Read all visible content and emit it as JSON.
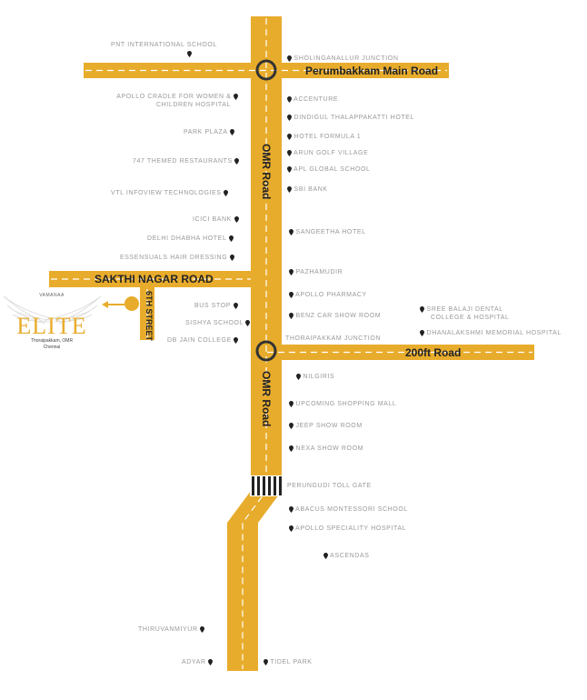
{
  "roads": {
    "perumbakkam": "Perumbakkam Main Road",
    "omr_top": "OMR Road",
    "omr_bottom": "OMR  Road",
    "sakthi": "SAKTHI NAGAR ROAD",
    "sixth": "6TH STREET",
    "road200": "200ft Road"
  },
  "logo": {
    "project": "VAMANAA",
    "brand": "ELITE",
    "tagline_1": "Thoraipakkam, OMR",
    "tagline_2": "Chennai"
  },
  "landmarks_left": [
    "PNT INTERNATIONAL SCHOOL",
    "APOLLO CRADLE FOR WOMEN &",
    "CHILDREN HOSPITAL",
    "PARK PLAZA",
    "747 THEMED Restaurants",
    "VTL INFOVIEW TECHNOLOGIES",
    "ICICI BANK",
    "DELHI DHABHA HOTEL",
    "ESSENSUALS HAIR DRESSING",
    "BUS STOP",
    "SISHYA SCHOOL",
    "DB JAIN COLLEGE",
    "THIRUVANMIYUR",
    "ADYAR"
  ],
  "landmarks_right": [
    "SHOLINGANALLUR JUNCTION",
    "ACCENTURE",
    "DINDIGUL THALAPPAKATTI HOTEL",
    "HOTEL FORMULA 1",
    "ARUN GOLF VILLAGE",
    "APL GLOBAL SCHOOL",
    "SBI BANK",
    "SANGEETHA HOTEL",
    "PAZHAMUDIR",
    "APOLLO PHARMACY",
    "BENZ CAR SHOW ROOM",
    "SREE BALAJI DENTAL",
    "COLLEGE & HOSPITAL",
    "DHANALAKSHMI MEMORIAL HOSPITAL",
    "THORAIPAKKAM JUNCTION",
    "NILGIRIS",
    "UPCOMING SHOPPING MALL",
    "JEEP SHOW ROOM",
    "NEXA SHOW ROOM",
    "PERUNGUDI TOLL GATE",
    "ABACUS MONTESSORI SCHOOL",
    "APOLLO SPECIALITY HOSPITAL",
    "ASCENDAS",
    "TIDEL PARK"
  ],
  "colors": {
    "road": "#e8ac2c",
    "dash": "#ffffff",
    "junction": "#333333"
  }
}
